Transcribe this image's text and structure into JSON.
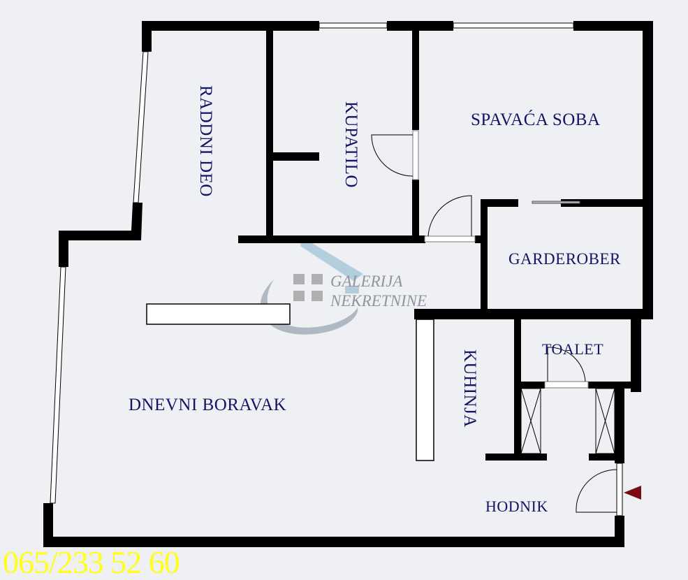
{
  "floor_plan": {
    "rooms": [
      {
        "id": "raddni_deo",
        "label": "RADDNI DEO",
        "orientation": "vertical"
      },
      {
        "id": "kupatilo",
        "label": "KUPATILO",
        "orientation": "vertical"
      },
      {
        "id": "spavaca_soba",
        "label": "SPAVAĆA SOBA",
        "orientation": "horizontal"
      },
      {
        "id": "garderober",
        "label": "GARDEROBER",
        "orientation": "horizontal"
      },
      {
        "id": "toalet",
        "label": "TOALET",
        "orientation": "horizontal"
      },
      {
        "id": "kuhinja",
        "label": "KUHINJA",
        "orientation": "vertical"
      },
      {
        "id": "dnevni_boravak",
        "label": "DNEVNI BORAVAK",
        "orientation": "horizontal"
      },
      {
        "id": "hodnik",
        "label": "HODNIK",
        "orientation": "horizontal"
      }
    ],
    "entrance_marker": "entrance-arrow",
    "colors": {
      "background": "#eef0f3",
      "wall": "#000000",
      "label": "#141464",
      "entrance_arrow": "#7a0a14",
      "phone": "#ffff1a"
    }
  },
  "watermark": {
    "line1": "GALERIJA",
    "line2": "NEKRETNINE"
  },
  "contact": {
    "phone": "065/233 52 60"
  }
}
